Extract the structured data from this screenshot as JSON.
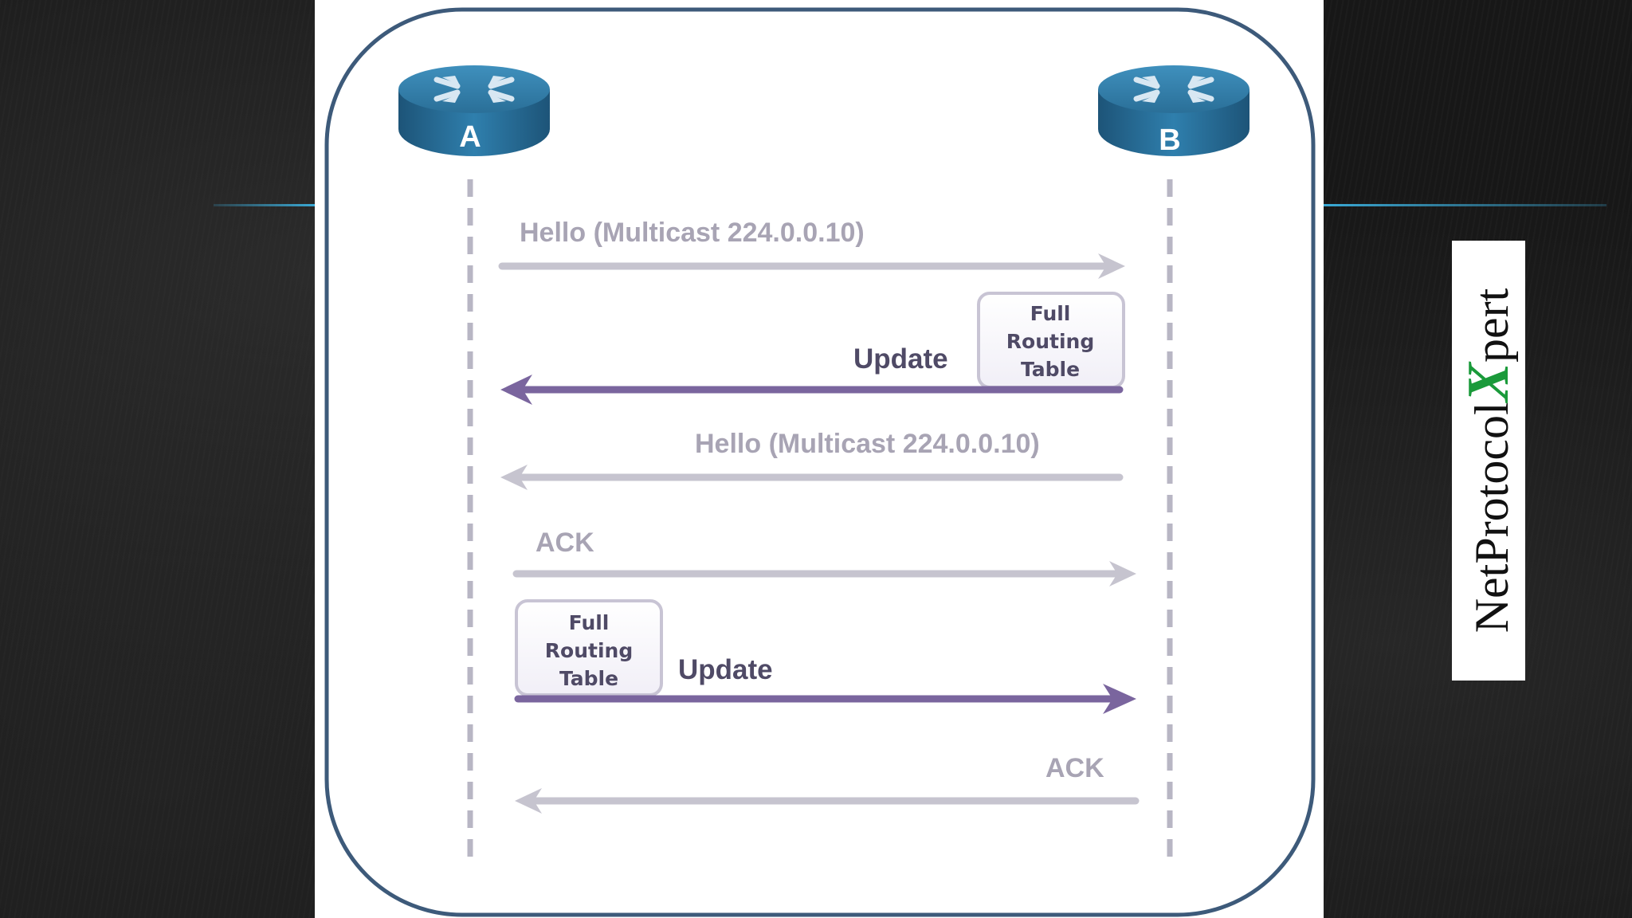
{
  "diagram": {
    "routers": [
      {
        "label": "A"
      },
      {
        "label": "B"
      }
    ],
    "messages": [
      {
        "label": "Hello (Multicast 224.0.0.10)",
        "direction": "A→B"
      },
      {
        "label": "Update",
        "direction": "B→A",
        "box_label": [
          "Full",
          "Routing",
          "Table"
        ]
      },
      {
        "label": "Hello (Multicast 224.0.0.10)",
        "direction": "B→A"
      },
      {
        "label": "ACK",
        "direction": "A→B"
      },
      {
        "label": "Update",
        "direction": "A→B",
        "box_label": [
          "Full",
          "Routing",
          "Table"
        ]
      },
      {
        "label": "ACK",
        "direction": "B→A"
      }
    ]
  },
  "logo": {
    "prefix": "NetProtocol",
    "x_letter": "X",
    "suffix": "pert"
  },
  "colors": {
    "frame": "#3d5a7a",
    "router": "#2a6f98",
    "light_arrow": "#c6c4cf",
    "update_arrow": "#7a659e",
    "light_text": "#a8a4b4",
    "dark_text": "#4f4a66",
    "accent": "#3aaad6",
    "logo_x": "#1a9a3a"
  }
}
